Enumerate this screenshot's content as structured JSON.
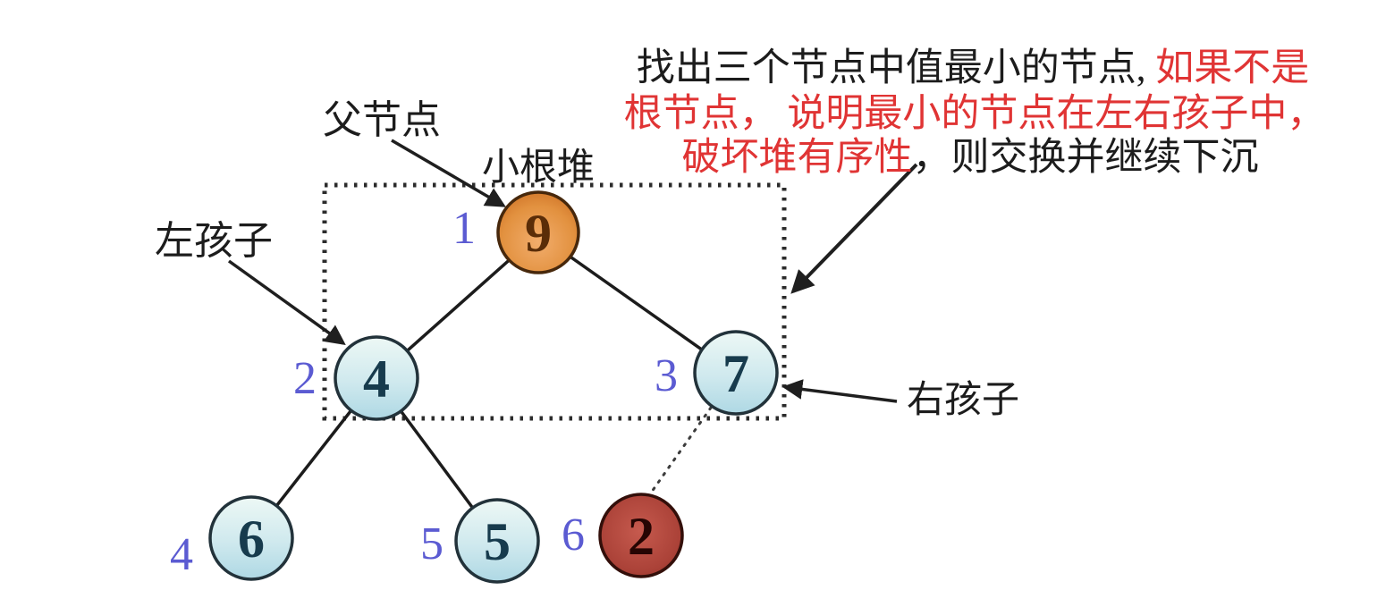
{
  "diagram_title": "小根堆",
  "labels": {
    "parent": "父节点",
    "min_heap": "小根堆",
    "left_child": "左孩子",
    "right_child": "右孩子"
  },
  "annotation": {
    "l1_black": "找出三个节点中值最小的节点, ",
    "l1_red": "如果不是",
    "l2_red": "根节点， 说明最小的节点在左右孩子中，",
    "l3_red": "破坏堆有序性",
    "l3_black": "，则交换并继续下沉"
  },
  "heap_nodes": [
    {
      "index": "1",
      "value": "9",
      "role": "parent-root",
      "color": "orange"
    },
    {
      "index": "2",
      "value": "4",
      "role": "left-child",
      "color": "blue"
    },
    {
      "index": "3",
      "value": "7",
      "role": "right-child",
      "color": "blue"
    },
    {
      "index": "4",
      "value": "6",
      "role": "leaf",
      "color": "blue"
    },
    {
      "index": "5",
      "value": "5",
      "role": "leaf",
      "color": "blue"
    },
    {
      "index": "6",
      "value": "2",
      "role": "min-detached",
      "color": "red"
    }
  ],
  "edges": {
    "solid": [
      "1-2",
      "1-3",
      "2-4",
      "2-5"
    ],
    "dotted": [
      "3-6"
    ]
  },
  "colors": {
    "node_orange_light": "#f0a863",
    "node_orange_dark": "#cb6d22",
    "node_blue_light": "#eaf6f4",
    "node_blue_dark": "#aed8e4",
    "node_red_light": "#c4584c",
    "node_red_dark": "#8f2c24",
    "index_blue": "#5b5bd2",
    "annotation_red": "#e03434",
    "annotation_black": "#1c1c1c"
  }
}
